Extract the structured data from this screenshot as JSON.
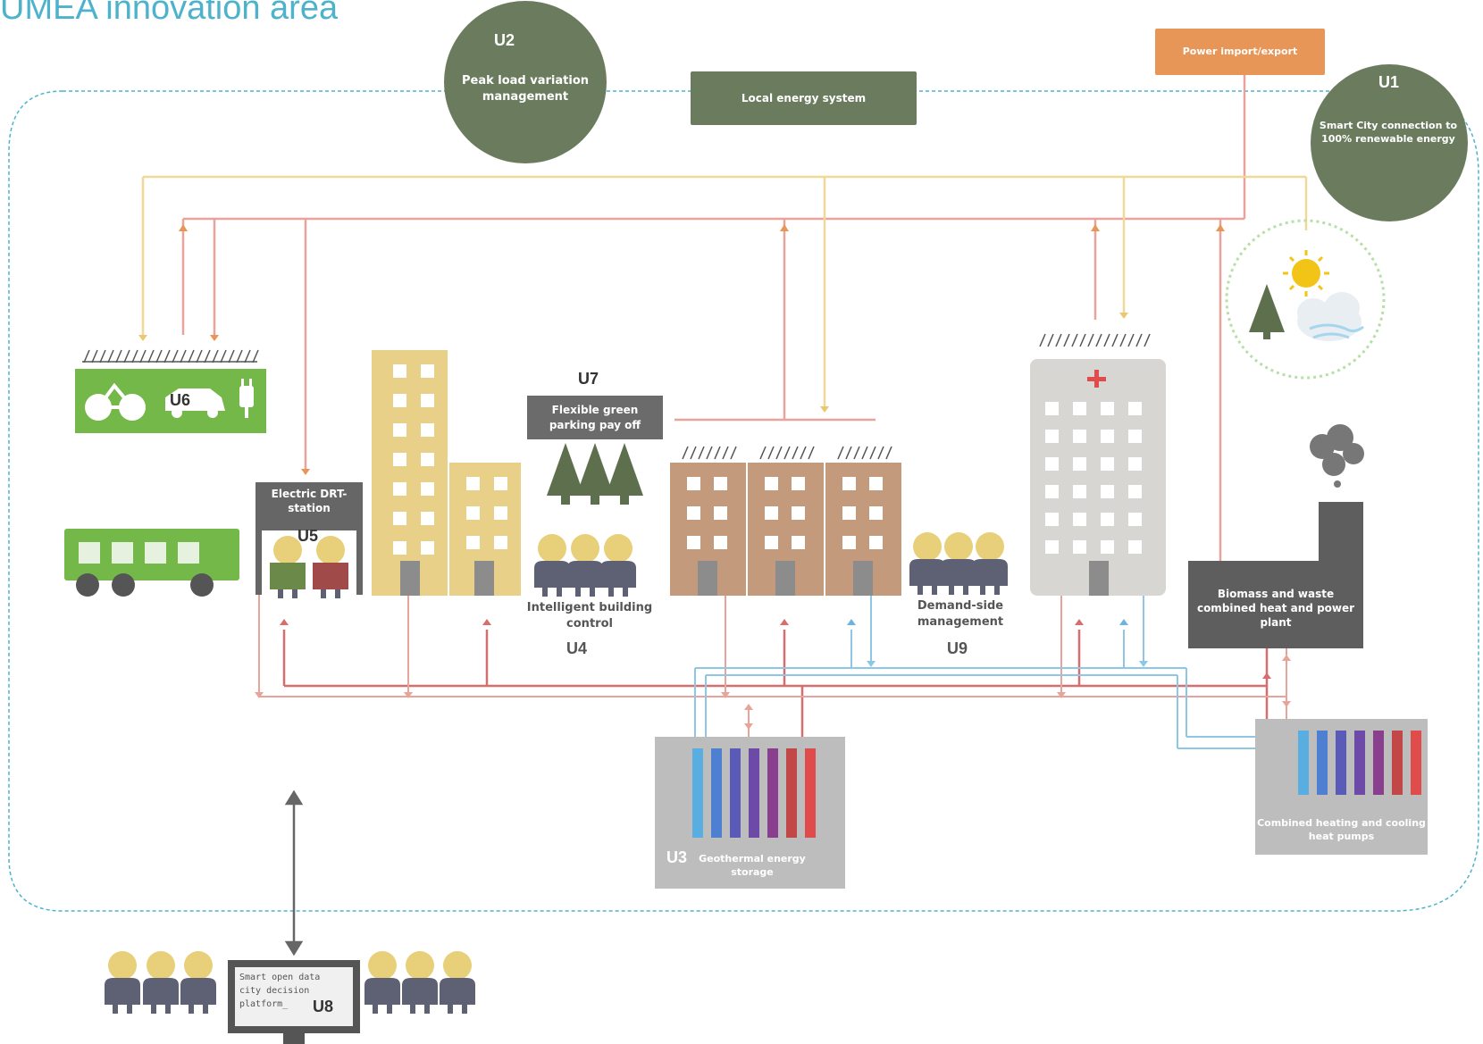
{
  "title": "UMEA innovation area",
  "labels": {
    "u1": "U1",
    "u2": "U2",
    "u3": "U3",
    "u4": "U4",
    "u5": "U5",
    "u6": "U6",
    "u7": "U7",
    "u8": "U8",
    "u9": "U9"
  },
  "boxes": {
    "peak_load": "Peak load variation management",
    "local_energy": "Local energy system",
    "power": "Power import/export",
    "smart_city": "Smart City connection to 100% renewable energy",
    "flexible_parking": "Flexible green parking pay off",
    "drt_station": "Electric DRT-station",
    "biomass": "Biomass and waste combined heat and power plant",
    "heat_pumps": "Combined heating and cooling heat pumps",
    "geothermal": "Geothermal energy storage"
  },
  "captions": {
    "building_control": "Intelligent building control",
    "demand_side": "Demand-side management"
  },
  "platform": {
    "line1": "Smart open data",
    "line2": "city decision",
    "line3": "platform_"
  },
  "colors": {
    "accent": "#4db3cc",
    "dark_green": "#6b7c5e",
    "orange": "#e89558",
    "light_green": "#74b84a",
    "yellow": "#e8d089",
    "brown": "#c49a7d",
    "grey_building": "#d8d6d2",
    "storage": "#bdbdbd",
    "plant": "#5e5e5e",
    "power_line": "#e8a49a",
    "feed_line": "#f0d898",
    "heat_line": "#d56e6e",
    "cool_line": "#8ec6e6"
  },
  "icons": [
    "bicycle-icon",
    "car-icon",
    "charging-plug-icon",
    "bus-icon",
    "tree-icon",
    "sun-icon",
    "cloud-icon",
    "wind-icon",
    "hospital-cross-icon",
    "smoke-icon",
    "person-icon"
  ]
}
